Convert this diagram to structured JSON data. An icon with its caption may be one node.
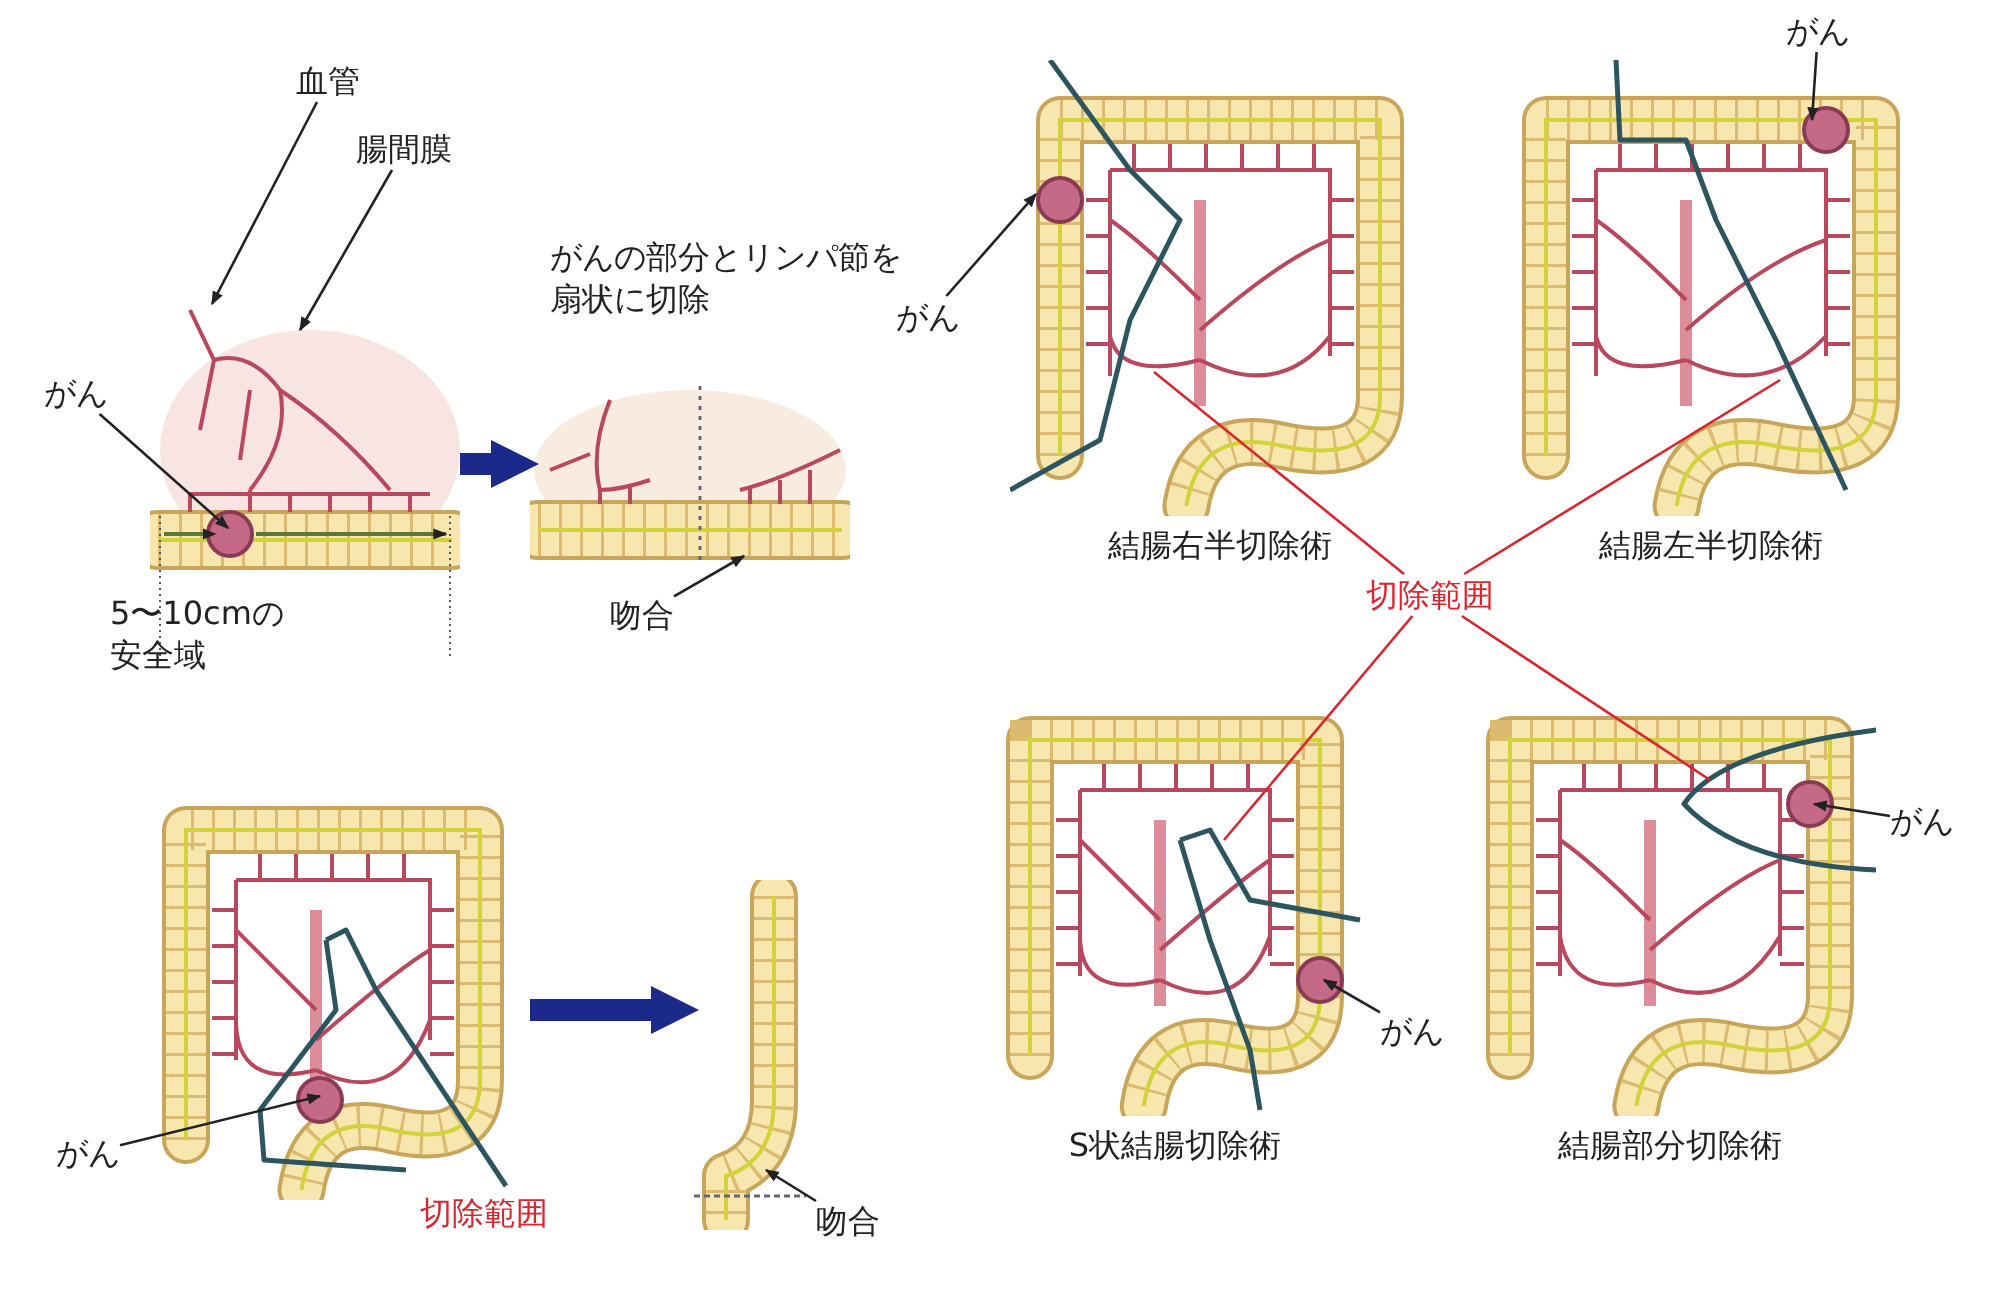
{
  "diagram": {
    "nodes": [
      {
        "text": [],
        "shape": "picture"
      },
      {
        "text": [
          "血管"
        ]
      },
      {
        "text": [
          "腸間膜"
        ]
      },
      {
        "text": [
          "がん"
        ]
      },
      {
        "text": [],
        "shape": "picture"
      },
      {
        "text": [
          "吻合"
        ]
      },
      {
        "text": [],
        "shape": "picture",
        "beside": [
          "結腸右半切除術"
        ]
      },
      {
        "text": [
          "がん"
        ]
      },
      {
        "text": [],
        "shape": "picture",
        "beside": [
          "結腸左半切除術"
        ]
      },
      {
        "text": [
          "がん"
        ]
      },
      {
        "text": [
          "切除範囲"
        ]
      },
      {
        "text": [],
        "shape": "picture",
        "beside": [
          "S状結腸切除術"
        ]
      },
      {
        "text": [
          "がん"
        ]
      },
      {
        "text": [],
        "shape": "picture",
        "beside": [
          "結腸部分切除術"
        ]
      },
      {
        "text": [
          "がん"
        ]
      },
      {
        "text": [],
        "shape": "picture"
      },
      {
        "text": [
          "がん"
        ]
      },
      {
        "text": [],
        "shape": "picture"
      },
      {
        "text": [
          "吻合"
        ]
      }
    ],
    "edges": [
      {
        "from": 0,
        "to": 4,
        "arrow": "to",
        "style": "thick",
        "color": "#1b2a8a"
      },
      {
        "from": 1,
        "to": 0,
        "arrow": "to"
      },
      {
        "from": 2,
        "to": 0,
        "arrow": "to"
      },
      {
        "from": 3,
        "to": 0,
        "arrow": "to"
      },
      {
        "from": 5,
        "to": 4,
        "arrow": "to"
      },
      {
        "from": 7,
        "to": 6,
        "arrow": "to"
      },
      {
        "from": 9,
        "to": 8,
        "arrow": "to"
      },
      {
        "from": 10,
        "to": 6,
        "arrow": "none",
        "color": "#d8262f"
      },
      {
        "from": 10,
        "to": 8,
        "arrow": "none",
        "color": "#d8262f"
      },
      {
        "from": 10,
        "to": 11,
        "arrow": "none",
        "color": "#d8262f"
      },
      {
        "from": 10,
        "to": 13,
        "arrow": "none",
        "color": "#d8262f"
      },
      {
        "from": 12,
        "to": 11,
        "arrow": "to"
      },
      {
        "from": 14,
        "to": 13,
        "arrow": "to"
      },
      {
        "from": 15,
        "to": 17,
        "arrow": "to",
        "style": "thick",
        "color": "#1b2a8a"
      },
      {
        "from": 16,
        "to": 15,
        "arrow": "to"
      },
      {
        "from": 18,
        "to": 17,
        "arrow": "to"
      }
    ],
    "labels": [
      "がんの部分とリンパ節を扇状に切除",
      "5〜10cmの安全域",
      "切除範囲"
    ]
  }
}
